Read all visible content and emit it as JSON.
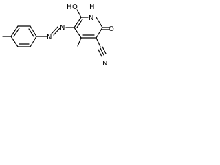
{
  "structure": {
    "atom_labels": {
      "hydroxyl": "OH",
      "hydroxyl_h": "H",
      "hydroxyl_o": "O",
      "ring_nh_n": "N",
      "ring_nh_h": "H",
      "azo_n1": "N",
      "azo_n2": "N",
      "carbonyl_o": "O",
      "nitrile_n": "N"
    },
    "line_color": "#000000"
  }
}
